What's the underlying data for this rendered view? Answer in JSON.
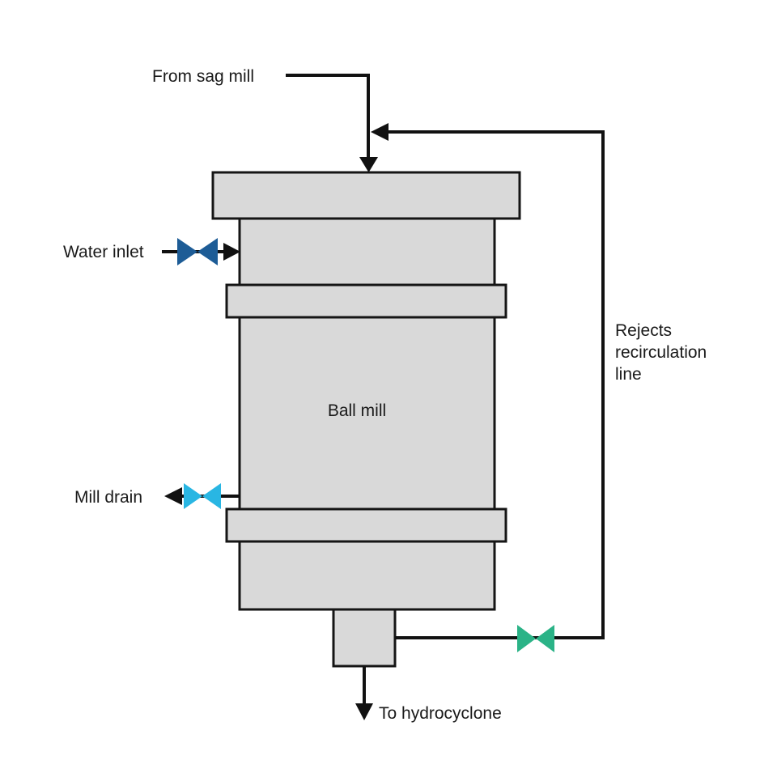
{
  "labels": {
    "from_sag_mill": "From sag mill",
    "water_inlet": "Water inlet",
    "ball_mill": "Ball mill",
    "mill_drain": "Mill drain",
    "rejects_recirculation": [
      "Rejects",
      "recirculation",
      "line"
    ],
    "to_hydrocyclone": "To hydrocyclone"
  },
  "colors": {
    "background": "#ffffff",
    "vessel_fill": "#d9d9d9",
    "vessel_stroke": "#151515",
    "line": "#111111",
    "text": "#1a1a1a",
    "water_inlet_valve": "#1d5c96",
    "mill_drain_valve": "#29b6e3",
    "rejects_valve": "#2bb387"
  },
  "icons": {
    "water_inlet_valve": "valve-icon",
    "mill_drain_valve": "valve-icon",
    "rejects_valve": "valve-icon",
    "flow_direction": "arrowhead-icon"
  }
}
